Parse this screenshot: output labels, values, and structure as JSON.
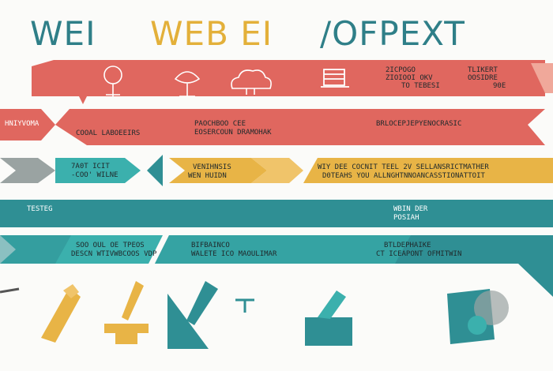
{
  "title": {
    "part1": "WEI",
    "part2": "WEB EI",
    "part3": "/OFPEXT"
  },
  "colors": {
    "red": "#e0675f",
    "gold": "#e8b446",
    "teal": "#2f8f94",
    "teal_light": "#3bb0ad",
    "gray": "#9aa3a2",
    "dark_text": "#202a2c"
  },
  "row1": {
    "text_a": "2ICPOGO",
    "text_b": "ZIOIOOI OKV",
    "text_c": "TO TEBESI",
    "text_d": "TLIKERT",
    "text_e": "OOSIDRE",
    "text_f": "90E"
  },
  "row2": {
    "left_tab": "HNIYVOMA",
    "text_a": "COOAL LABOEEIRS",
    "text_b": "PAOCHBOO CEE",
    "text_c": "EOSERCOUN DRAMOHAK",
    "text_d": "BRLOCEPJEPYENOCRASIC"
  },
  "row3": {
    "text_a": "7A0T ICIT",
    "text_b": "-COO' WILNE",
    "text_c": "VENIHNSIS",
    "text_d": "WEN HUIDN",
    "text_e": "WIY DEE COCNIT TEEL 2V SELLANSRICTMATHER",
    "text_f": "D0TEAHS YOU ALLNGHTNNOANCASSTIONATTOIT"
  },
  "row4": {
    "text_a": "TESTEG",
    "text_b": "WBIN DER",
    "text_c": "POSIAH"
  },
  "row5": {
    "text_a": "SOO OUL OE TPEOS",
    "text_b": "DESCN WTIVWBCOOS VDP",
    "text_c": "BIFBAINCO",
    "text_d": "WALETE ICO MAOULIMAR",
    "text_e": "BTLDEPHAIKE",
    "text_f": "CT ICEAPONT OFMITWIN"
  }
}
